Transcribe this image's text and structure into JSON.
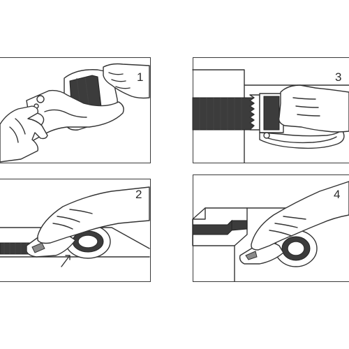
{
  "steps": [
    {
      "number": "1"
    },
    {
      "number": "2"
    },
    {
      "number": "3"
    },
    {
      "number": "4"
    }
  ],
  "colors": {
    "line": "#333333",
    "background": "#ffffff",
    "tape": "#3c3c3c"
  }
}
